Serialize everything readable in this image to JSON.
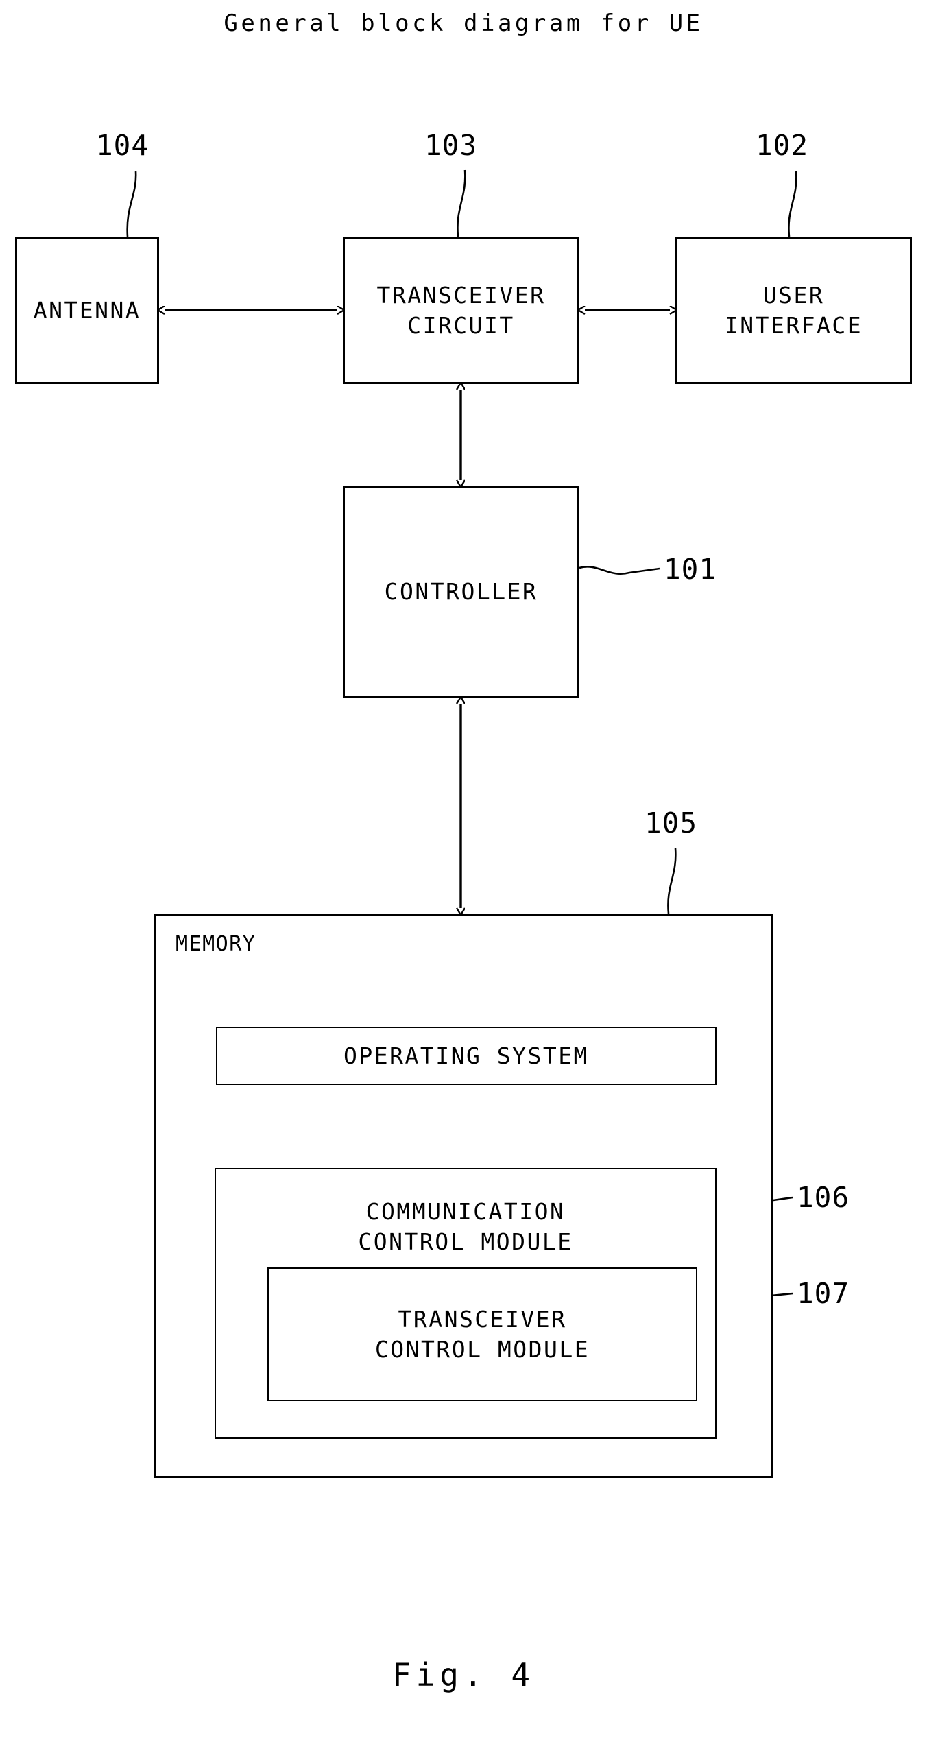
{
  "figure": {
    "title": "General block diagram for UE",
    "caption": "Fig. 4"
  },
  "blocks": {
    "antenna": {
      "label": "ANTENNA",
      "ref": "104"
    },
    "transceiver_circuit": {
      "label": "TRANSCEIVER\nCIRCUIT",
      "ref": "103"
    },
    "user_interface": {
      "label": "USER\nINTERFACE",
      "ref": "102"
    },
    "controller": {
      "label": "CONTROLLER",
      "ref": "101"
    },
    "memory": {
      "label": "MEMORY",
      "ref": "105"
    },
    "operating_system": {
      "label": "OPERATING SYSTEM"
    },
    "communication_control_module": {
      "label": "COMMUNICATION\nCONTROL MODULE",
      "ref": "106"
    },
    "transceiver_control_module": {
      "label": "TRANSCEIVER\nCONTROL MODULE",
      "ref": "107"
    }
  },
  "connections": [
    {
      "from": "antenna",
      "to": "transceiver_circuit",
      "style": "double-arrow-horizontal"
    },
    {
      "from": "transceiver_circuit",
      "to": "user_interface",
      "style": "double-arrow-horizontal"
    },
    {
      "from": "transceiver_circuit",
      "to": "controller",
      "style": "double-arrow-vertical"
    },
    {
      "from": "controller",
      "to": "memory",
      "style": "double-arrow-vertical"
    }
  ],
  "colors": {
    "line": "#000000",
    "background": "#ffffff"
  }
}
